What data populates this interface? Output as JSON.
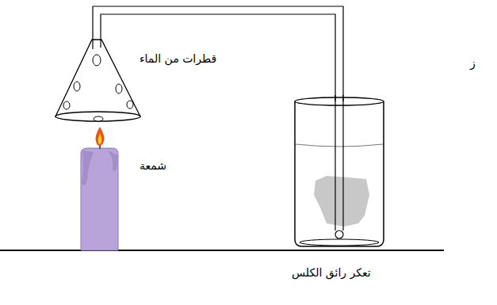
{
  "diagram": {
    "labels": [
      "قطرات من الماء",
      "شمعة",
      "تعكر رائق الكلس",
      "ز"
    ]
  }
}
